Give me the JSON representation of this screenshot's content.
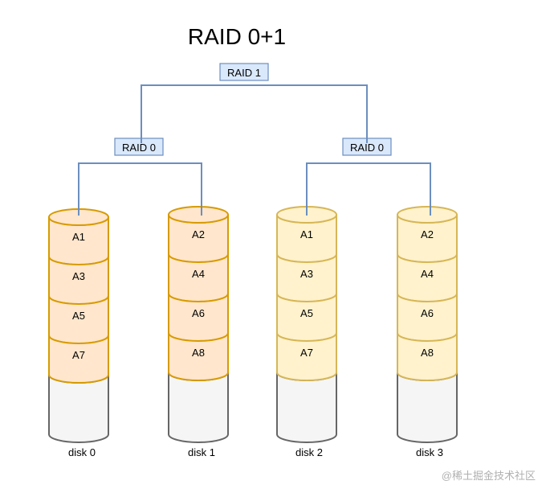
{
  "title": "RAID 0+1",
  "raid1_label": "RAID 1",
  "raid0_label": "RAID 0",
  "watermark": "@稀土掘金技术社区",
  "colors": {
    "line": "#6c8ebf",
    "box_fill": "#dae8fc",
    "box_stroke": "#6c8ebf",
    "disk_body_fill": "#f5f5f5",
    "disk_body_stroke": "#666666",
    "orange_fill": "#ffe6cc",
    "orange_stroke": "#d79b00",
    "yellow_fill": "#fff2cc",
    "yellow_stroke": "#d6b656"
  },
  "disks": [
    {
      "name": "disk 0",
      "scheme": "orange",
      "blocks": [
        "A1",
        "A3",
        "A5",
        "A7"
      ]
    },
    {
      "name": "disk 1",
      "scheme": "orange",
      "blocks": [
        "A2",
        "A4",
        "A6",
        "A8"
      ]
    },
    {
      "name": "disk 2",
      "scheme": "yellow",
      "blocks": [
        "A1",
        "A3",
        "A5",
        "A7"
      ]
    },
    {
      "name": "disk 3",
      "scheme": "yellow",
      "blocks": [
        "A2",
        "A4",
        "A6",
        "A8"
      ]
    }
  ]
}
